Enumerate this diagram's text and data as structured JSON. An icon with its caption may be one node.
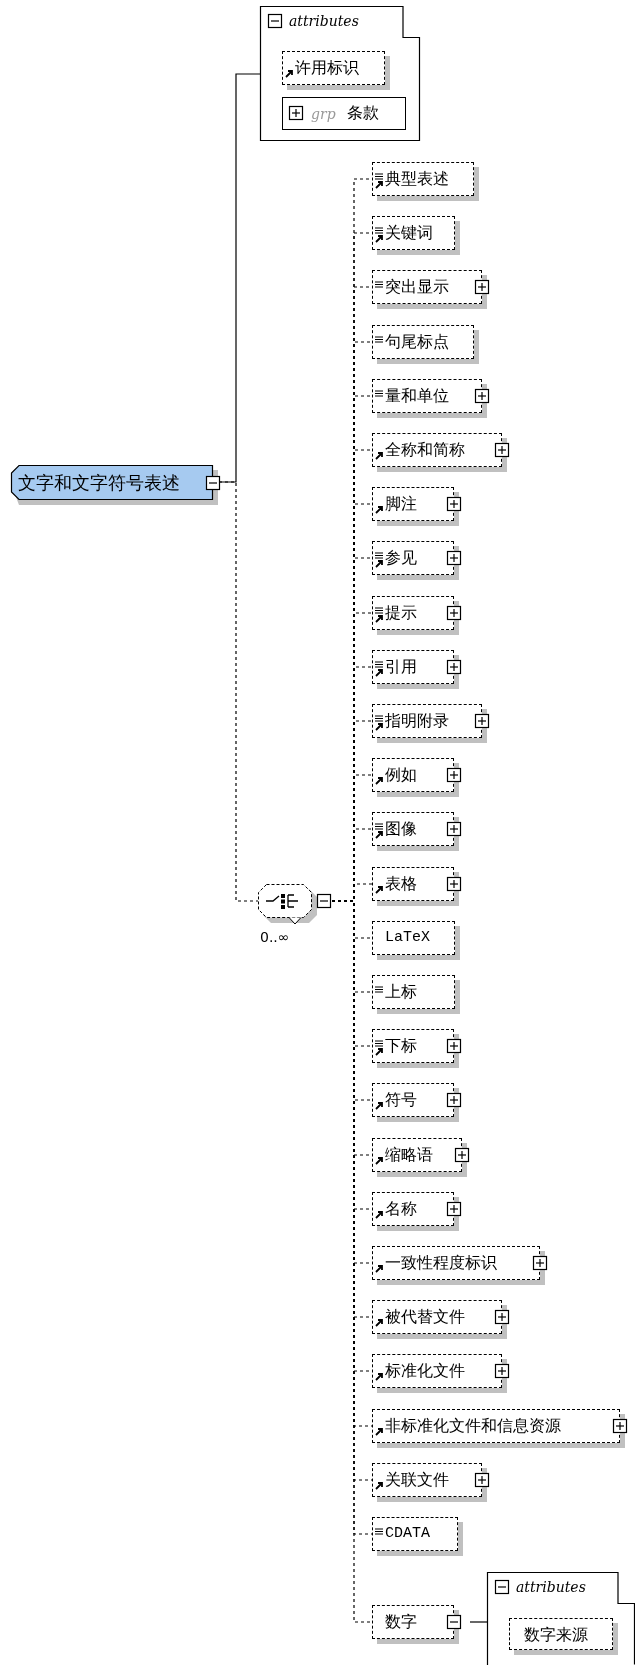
{
  "diagram": {
    "nodes": [
      {
        "text": [
          "文字和文字符号表述"
        ]
      },
      {
        "text": [
          "attributes"
        ]
      },
      {
        "text": [
          "许用标识"
        ],
        "in": 1
      },
      {
        "text": [
          "grp",
          "条款"
        ],
        "in": 1
      },
      {
        "text": [],
        "shape": "octagon",
        "beside": [
          "0..∞"
        ]
      },
      {
        "text": [
          "典型表述"
        ]
      },
      {
        "text": [
          "关键词"
        ]
      },
      {
        "text": [
          "突出显示"
        ]
      },
      {
        "text": [
          "句尾标点"
        ]
      },
      {
        "text": [
          "量和单位"
        ]
      },
      {
        "text": [
          "全称和简称"
        ]
      },
      {
        "text": [
          "脚注"
        ]
      },
      {
        "text": [
          "参见"
        ]
      },
      {
        "text": [
          "提示"
        ]
      },
      {
        "text": [
          "引用"
        ]
      },
      {
        "text": [
          "指明附录"
        ]
      },
      {
        "text": [
          "例如"
        ]
      },
      {
        "text": [
          "图像"
        ]
      },
      {
        "text": [
          "表格"
        ]
      },
      {
        "text": [
          "LaTeX"
        ]
      },
      {
        "text": [
          "上标"
        ]
      },
      {
        "text": [
          "下标"
        ]
      },
      {
        "text": [
          "符号"
        ]
      },
      {
        "text": [
          "缩略语"
        ]
      },
      {
        "text": [
          "名称"
        ]
      },
      {
        "text": [
          "一致性程度标识"
        ]
      },
      {
        "text": [
          "被代替文件"
        ]
      },
      {
        "text": [
          "标准化文件"
        ]
      },
      {
        "text": [
          "非标准化文件和信息资源"
        ]
      },
      {
        "text": [
          "关联文件"
        ]
      },
      {
        "text": [
          "CDATA"
        ]
      },
      {
        "text": [
          "数字"
        ]
      },
      {
        "text": [
          "attributes"
        ]
      },
      {
        "text": [
          "数字来源"
        ],
        "in": 32
      }
    ],
    "edges": [
      {
        "from": 0,
        "to": 1,
        "arrow": "none"
      },
      {
        "from": 0,
        "to": 4,
        "arrow": "none",
        "style": "dashed"
      },
      {
        "from": 4,
        "to": 5,
        "arrow": "none",
        "style": "dashed"
      },
      {
        "from": 4,
        "to": 6,
        "arrow": "none",
        "style": "dashed"
      },
      {
        "from": 4,
        "to": 7,
        "arrow": "none",
        "style": "dashed"
      },
      {
        "from": 4,
        "to": 8,
        "arrow": "none",
        "style": "dashed"
      },
      {
        "from": 4,
        "to": 9,
        "arrow": "none",
        "style": "dashed"
      },
      {
        "from": 4,
        "to": 10,
        "arrow": "none",
        "style": "dashed"
      },
      {
        "from": 4,
        "to": 11,
        "arrow": "none",
        "style": "dashed"
      },
      {
        "from": 4,
        "to": 12,
        "arrow": "none",
        "style": "dashed"
      },
      {
        "from": 4,
        "to": 13,
        "arrow": "none",
        "style": "dashed"
      },
      {
        "from": 4,
        "to": 14,
        "arrow": "none",
        "style": "dashed"
      },
      {
        "from": 4,
        "to": 15,
        "arrow": "none",
        "style": "dashed"
      },
      {
        "from": 4,
        "to": 16,
        "arrow": "none",
        "style": "dashed"
      },
      {
        "from": 4,
        "to": 17,
        "arrow": "none",
        "style": "dashed"
      },
      {
        "from": 4,
        "to": 18,
        "arrow": "none",
        "style": "dashed"
      },
      {
        "from": 4,
        "to": 19,
        "arrow": "none",
        "style": "dashed"
      },
      {
        "from": 4,
        "to": 20,
        "arrow": "none",
        "style": "dashed"
      },
      {
        "from": 4,
        "to": 21,
        "arrow": "none",
        "style": "dashed"
      },
      {
        "from": 4,
        "to": 22,
        "arrow": "none",
        "style": "dashed"
      },
      {
        "from": 4,
        "to": 23,
        "arrow": "none",
        "style": "dashed"
      },
      {
        "from": 4,
        "to": 24,
        "arrow": "none",
        "style": "dashed"
      },
      {
        "from": 4,
        "to": 25,
        "arrow": "none",
        "style": "dashed"
      },
      {
        "from": 4,
        "to": 26,
        "arrow": "none",
        "style": "dashed"
      },
      {
        "from": 4,
        "to": 27,
        "arrow": "none",
        "style": "dashed"
      },
      {
        "from": 4,
        "to": 28,
        "arrow": "none",
        "style": "dashed"
      },
      {
        "from": 4,
        "to": 29,
        "arrow": "none",
        "style": "dashed"
      },
      {
        "from": 4,
        "to": 30,
        "arrow": "none",
        "style": "dashed"
      },
      {
        "from": 4,
        "to": 31,
        "arrow": "none",
        "style": "dashed"
      },
      {
        "from": 31,
        "to": 32,
        "arrow": "none"
      }
    ]
  }
}
